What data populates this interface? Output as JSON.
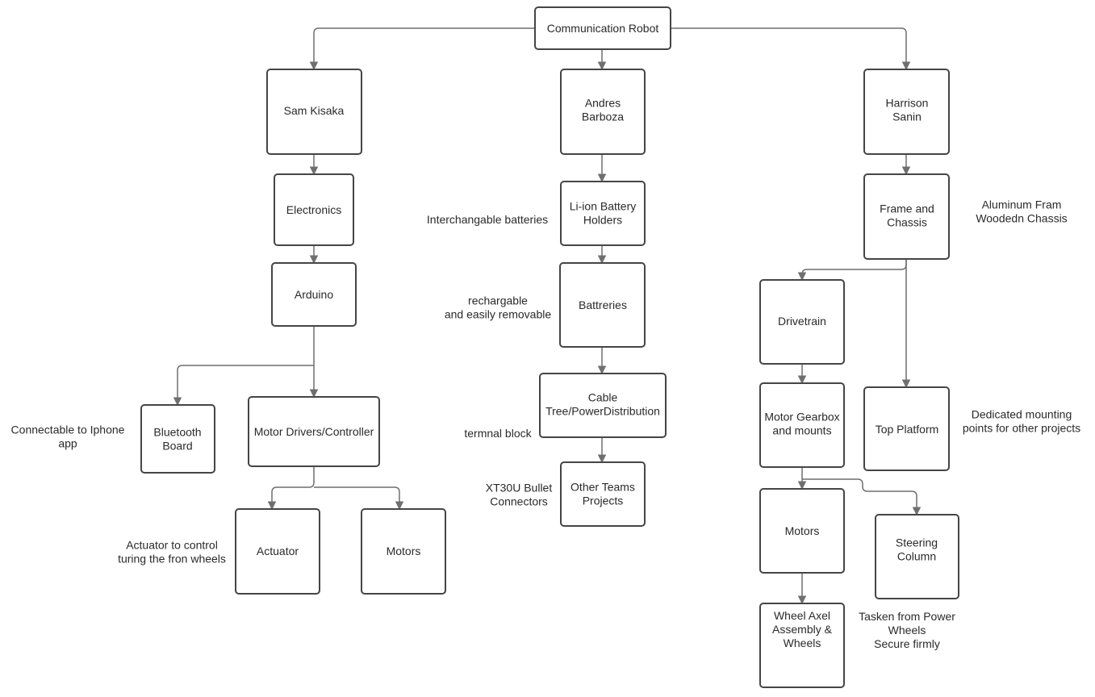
{
  "nodes": {
    "communication_robot": [
      "Communication Robot"
    ],
    "sam_kisaka": [
      "Sam Kisaka"
    ],
    "andres_barboza": [
      "Andres",
      "Barboza"
    ],
    "harrison_sanin": [
      "Harrison",
      "Sanin"
    ],
    "electronics": [
      "Electronics"
    ],
    "arduino": [
      "Arduino"
    ],
    "bluetooth_board": [
      "Bluetooth",
      "Board"
    ],
    "motor_drivers": [
      "Motor Drivers/Controller"
    ],
    "actuator": [
      "Actuator"
    ],
    "motors_left": [
      "Motors"
    ],
    "battery_holders": [
      "Li-ion Battery",
      "Holders"
    ],
    "battreries": [
      "Battreries"
    ],
    "cable_tree": [
      "Cable",
      "Tree/PowerDistribution"
    ],
    "other_teams": [
      "Other Teams",
      "Projects"
    ],
    "frame_chassis": [
      "Frame and",
      "Chassis"
    ],
    "drivetrain": [
      "Drivetrain"
    ],
    "motor_gearbox": [
      "Motor Gearbox",
      "and mounts"
    ],
    "motors_right": [
      "Motors"
    ],
    "wheel_axel": [
      "Wheel Axel",
      "Assembly &",
      "Wheels"
    ],
    "steering_column": [
      "Steering",
      "Column"
    ],
    "top_platform": [
      "Top Platform"
    ]
  },
  "notes": {
    "iphone_app": [
      "Connectable to Iphone",
      "app"
    ],
    "actuator_note": [
      "Actuator to control",
      "turing the fron wheels"
    ],
    "interchangable": [
      "Interchangable batteries"
    ],
    "rechargable": [
      "rechargable",
      "and easily removable"
    ],
    "termnal_block": [
      "termnal block"
    ],
    "xt30u": [
      "XT30U Bullet",
      "Connectors"
    ],
    "aluminum": [
      "Aluminum Fram",
      "Woodedn Chassis"
    ],
    "mounting_points": [
      "Dedicated mounting",
      "points for other projects"
    ],
    "tasken": [
      "Tasken from Power",
      "Wheels",
      "Secure firmly"
    ]
  },
  "colors": {
    "box_stroke": "#454545",
    "connector": "#6f6f6f",
    "text": "#2a2a2a",
    "background": "#ffffff"
  }
}
